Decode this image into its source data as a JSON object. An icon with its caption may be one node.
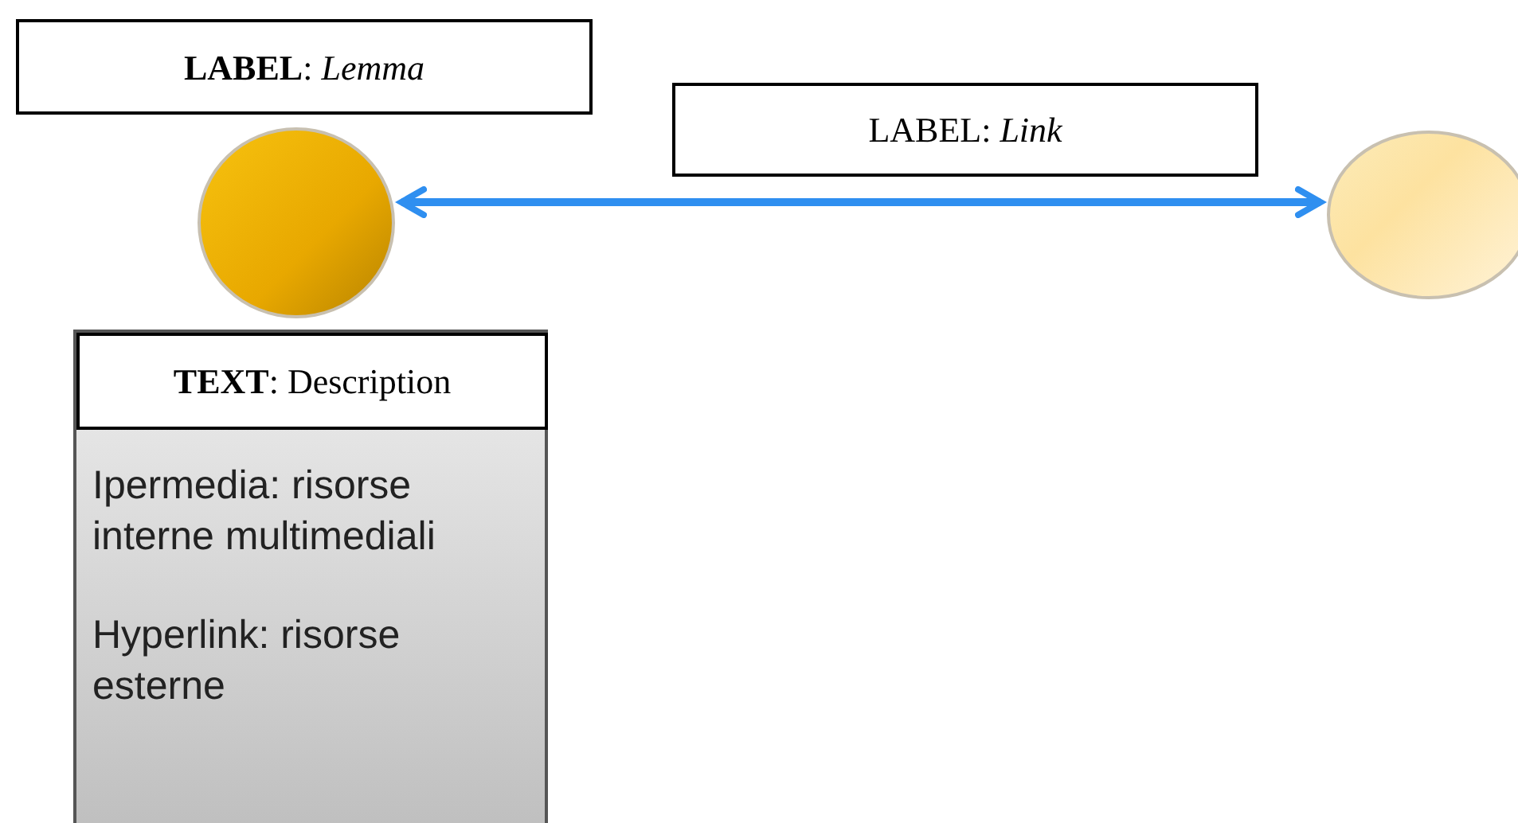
{
  "diagram": {
    "nodes": [
      {
        "text": [
          "**LABEL**: *Lemma*"
        ]
      },
      {
        "text": [],
        "shape": "circle"
      },
      {
        "text": [
          "LABEL: *Link*"
        ]
      },
      {
        "text": [],
        "shape": "circle"
      },
      {
        "text": [
          "Ipermedia: risorse interne multimediali",
          "Hyperlink: risorse esterne"
        ]
      },
      {
        "text": [
          "**TEXT**: Description"
        ],
        "in": 4
      }
    ],
    "edges": [
      {
        "from": 1,
        "to": 3,
        "arrow": "both",
        "color": "#2f8ff0"
      }
    ]
  }
}
